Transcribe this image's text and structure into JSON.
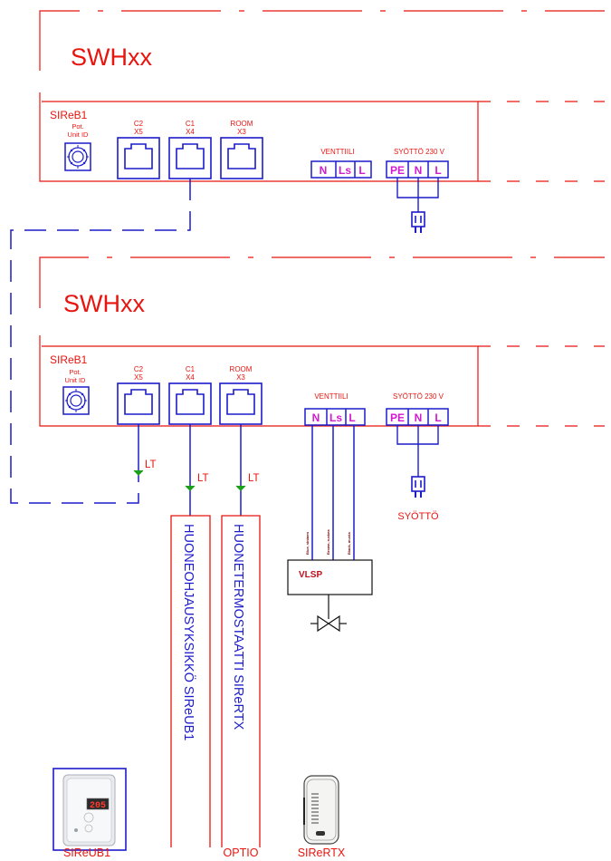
{
  "top_unit": {
    "model": "SWHxx",
    "board": "SIReB1",
    "pot_label_1": "Pot.",
    "pot_label_2": "Unit ID",
    "c2_label": "C2",
    "c2_sub": "X5",
    "c1_label": "C1",
    "c1_sub": "X4",
    "room_label": "ROOM",
    "room_sub": "X3",
    "valve_title": "VENTTIILI",
    "valve_terminals": [
      "N",
      "Ls",
      "L"
    ],
    "supply_title": "SYÖTTÖ 230 V",
    "supply_terminals": [
      "PE",
      "N",
      "L"
    ]
  },
  "bottom_unit": {
    "model": "SWHxx",
    "board": "SIReB1",
    "pot_label_1": "Pot.",
    "pot_label_2": "Unit ID",
    "c2_label": "C2",
    "c2_sub": "X5",
    "c1_label": "C1",
    "c1_sub": "X4",
    "room_label": "ROOM",
    "room_sub": "X3",
    "valve_title": "VENTTIILI",
    "valve_terminals": [
      "N",
      "Ls",
      "L"
    ],
    "supply_title": "SYÖTTÖ 230 V",
    "supply_terminals": [
      "PE",
      "N",
      "L"
    ],
    "supply_plug_label": "SYÖTTÖ"
  },
  "cable_labels": [
    "LT",
    "LT",
    "LT"
  ],
  "vertical_boxes": {
    "control_unit": "HUONEOHJAUSYKSIKKÖ SIReUB1",
    "thermostat": "HUONETERMOSTAATTI SIReRTX"
  },
  "valve_actuator": {
    "name": "VLSP",
    "wire_labels": [
      "Blue, sininen",
      "Brown, ruskea",
      "Black, musta"
    ]
  },
  "device_labels": {
    "control_unit": "SIReUB1",
    "option": "OPTIO",
    "thermostat": "SIReRTX"
  },
  "control_unit_display": "205",
  "colors": {
    "red": "#e8150f",
    "blue": "#1c1ccb",
    "magenta": "#d21ad2",
    "green": "#1aa01a",
    "black": "#111111"
  },
  "icons": [
    "potentiometer-icon",
    "rj-socket-icon",
    "plug-icon",
    "valve-icon"
  ]
}
